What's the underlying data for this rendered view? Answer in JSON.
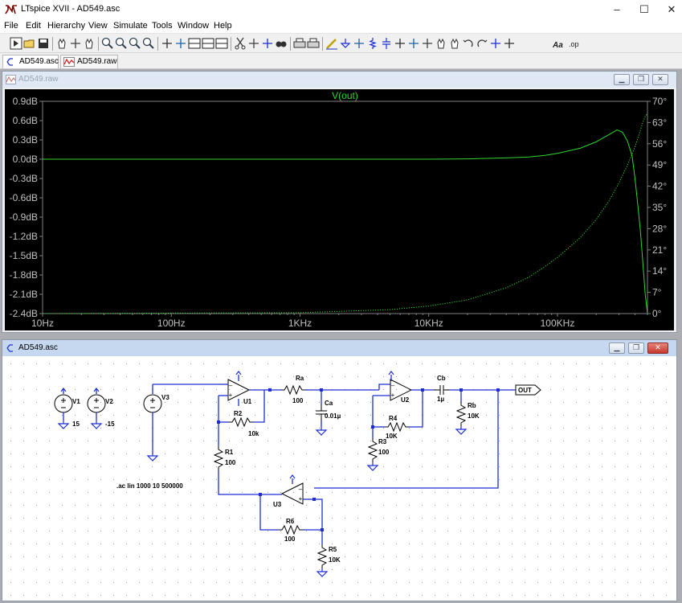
{
  "app": {
    "window_title": "LTspice XVII - AD549.asc",
    "minimize": "–",
    "maximize": "☐",
    "close": "✕"
  },
  "menu": [
    "File",
    "Edit",
    "Hierarchy",
    "View",
    "Simulate",
    "Tools",
    "Window",
    "Help"
  ],
  "toolbar": {
    "icons": [
      "run-icon",
      "open-icon",
      "save-icon",
      "hand-probe-icon",
      "halt-icon",
      "pan-icon",
      "zoom-in-icon",
      "zoom-out-icon",
      "zoom-fit-icon",
      "zoom-cancel-icon",
      "autorange-icon",
      "grid-icon",
      "tile-horizontal-icon",
      "tile-vertical-icon",
      "cascade-icon",
      "cut-icon",
      "copy-icon",
      "paste-icon",
      "find-icon",
      "print-setup-icon",
      "print-icon",
      "draw-wire-icon",
      "ground-icon",
      "label-net-icon",
      "resistor-icon",
      "capacitor-icon",
      "inductor-icon",
      "diode-icon",
      "component-icon",
      "move-icon",
      "drag-icon",
      "undo-icon",
      "redo-icon",
      "rotate-icon",
      "mirror-icon",
      "text-icon",
      "spice-directive-icon"
    ],
    "text_tool": "Aa",
    "op_tool": ".op"
  },
  "tabs": [
    {
      "label": "AD549.asc",
      "icon": "schematic-icon",
      "active": true
    },
    {
      "label": "AD549.raw",
      "icon": "waveform-icon",
      "active": false
    }
  ],
  "waveform_window": {
    "title": "AD549.raw",
    "trace_label": "V(out)",
    "colors": {
      "bg": "#000000",
      "grid": "#3a3a3a",
      "axis": "#808080",
      "label": "#c0c0c0",
      "trace": "#2fd72f"
    },
    "chart_data": {
      "type": "line",
      "x_scale": "log",
      "x_ticks": [
        "10Hz",
        "100Hz",
        "1KHz",
        "10KHz",
        "100KHz"
      ],
      "x_tick_values": [
        10,
        100,
        1000,
        10000,
        100000
      ],
      "xlim": [
        10,
        500000
      ],
      "left_ticks": [
        "0.9dB",
        "0.6dB",
        "0.3dB",
        "0.0dB",
        "-0.3dB",
        "-0.6dB",
        "-0.9dB",
        "-1.2dB",
        "-1.5dB",
        "-1.8dB",
        "-2.1dB",
        "-2.4dB"
      ],
      "left_tick_values": [
        0.9,
        0.6,
        0.3,
        0.0,
        -0.3,
        -0.6,
        -0.9,
        -1.2,
        -1.5,
        -1.8,
        -2.1,
        -2.4
      ],
      "ylim_left": [
        -2.4,
        0.9
      ],
      "right_ticks": [
        "70°",
        "63°",
        "56°",
        "49°",
        "42°",
        "35°",
        "28°",
        "21°",
        "14°",
        "7°",
        "0°"
      ],
      "right_tick_values": [
        70,
        63,
        56,
        49,
        42,
        35,
        28,
        21,
        14,
        7,
        0
      ],
      "ylim_right": [
        0,
        70
      ],
      "grid": false,
      "series": [
        {
          "name": "V(out)",
          "axis": "left",
          "style": "solid",
          "x": [
            10,
            100,
            1000,
            10000,
            20000,
            40000,
            60000,
            80000,
            100000,
            150000,
            200000,
            250000,
            290000,
            320000,
            350000,
            380000,
            400000,
            420000,
            440000,
            460000,
            480000,
            500000
          ],
          "y": [
            0.0,
            0.0,
            0.0,
            0.0,
            0.005,
            0.02,
            0.035,
            0.06,
            0.09,
            0.17,
            0.27,
            0.38,
            0.455,
            0.42,
            0.28,
            0.05,
            -0.3,
            -0.7,
            -1.1,
            -1.6,
            -2.1,
            -2.4
          ]
        },
        {
          "axis": "right",
          "style": "dotted",
          "x": [
            10,
            1000,
            5000,
            10000,
            20000,
            40000,
            60000,
            80000,
            100000,
            150000,
            200000,
            250000,
            300000,
            350000,
            400000,
            430000,
            460000,
            480000,
            500000
          ],
          "y": [
            0,
            0.3,
            1.3,
            2.5,
            4.5,
            8.5,
            12,
            15.5,
            18.5,
            25,
            31,
            37,
            43,
            49,
            55,
            59,
            63,
            65,
            66
          ]
        }
      ]
    }
  },
  "schematic_window": {
    "title": "AD549.asc",
    "wire_color": "#1f2fd2",
    "component_color": "#000000",
    "labels": {
      "V1": "V1",
      "V1_val": "15",
      "V2": "V2",
      "V2_val": "-15",
      "V3": "V3",
      "U1": "U1",
      "U2": "U2",
      "U3": "U3",
      "Ra": "Ra",
      "Ra_val": "100",
      "Ca": "Ca",
      "Ca_val": "0.01µ",
      "Cb": "Cb",
      "Cb_val": "1µ",
      "Rb": "Rb",
      "Rb_val": "10K",
      "R1": "R1",
      "R1_val": "100",
      "R2": "R2",
      "R2_val": "10k",
      "R3": "R3",
      "R3_val": "100",
      "R4": "R4",
      "R4_val": "10K",
      "R5": "R5",
      "R5_val": "10K",
      "R6": "R6",
      "R6_val": "100",
      "out_label": "OUT",
      "directive": ".ac lin 1000 10 500000"
    }
  }
}
